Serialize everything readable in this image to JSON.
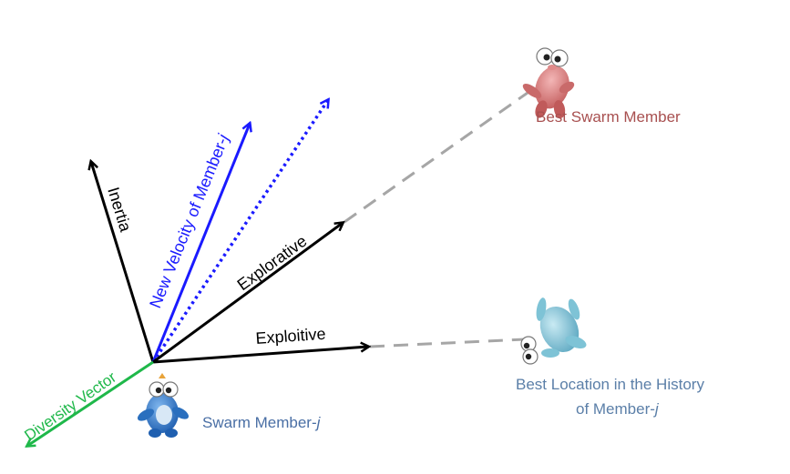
{
  "labels": {
    "inertia": "Inertia",
    "new_velocity_prefix": "New Velocity of Member-",
    "new_velocity_j": "j",
    "explorative": "Explorative",
    "exploitive": "Exploitive",
    "diversity_vector": "Diversity Vector",
    "best_swarm_member": "Best Swarm Member",
    "best_location_line1": "Best Location in the History",
    "best_location_line2_prefix": "of Member-",
    "best_location_line2_j": "j",
    "swarm_member_prefix": "Swarm Member-",
    "swarm_member_j": "j"
  },
  "colors": {
    "inertia": "#000000",
    "new_velocity": "#1a1aff",
    "explorative": "#000000",
    "exploitive": "#000000",
    "diversity": "#1fb84a",
    "dashed_guides": "#a6a6a6",
    "best_swarm_member_text": "#a85050",
    "best_swarm_member_figure": "#d98080",
    "best_location_text": "#5b7fa8",
    "best_location_figure": "#7ec3d6",
    "swarm_member_text": "#4a6fa5",
    "swarm_member_figure": "#3a7fc8"
  },
  "icons": {
    "swarm_member": "blue-cartoon-creature-icon",
    "best_swarm_member": "red-cartoon-creature-icon",
    "best_location": "light-blue-cartoon-creature-icon"
  }
}
